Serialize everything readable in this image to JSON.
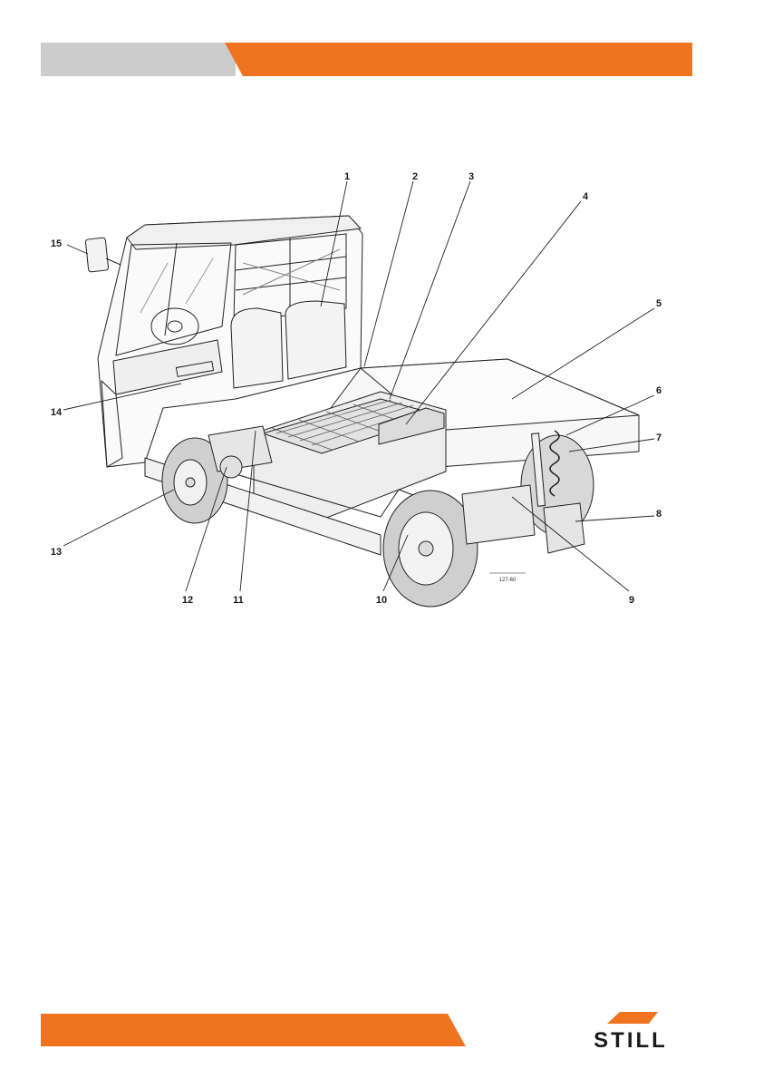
{
  "colors": {
    "accent": "#F07320",
    "header_grey": "#CCCCCC",
    "logo_text": "#1A1A1A"
  },
  "figure": {
    "reference_code": "127-60",
    "callouts": [
      "1",
      "2",
      "3",
      "4",
      "5",
      "6",
      "7",
      "8",
      "9",
      "10",
      "11",
      "12",
      "13",
      "14",
      "15"
    ]
  },
  "logo": {
    "brand": "STILL"
  }
}
